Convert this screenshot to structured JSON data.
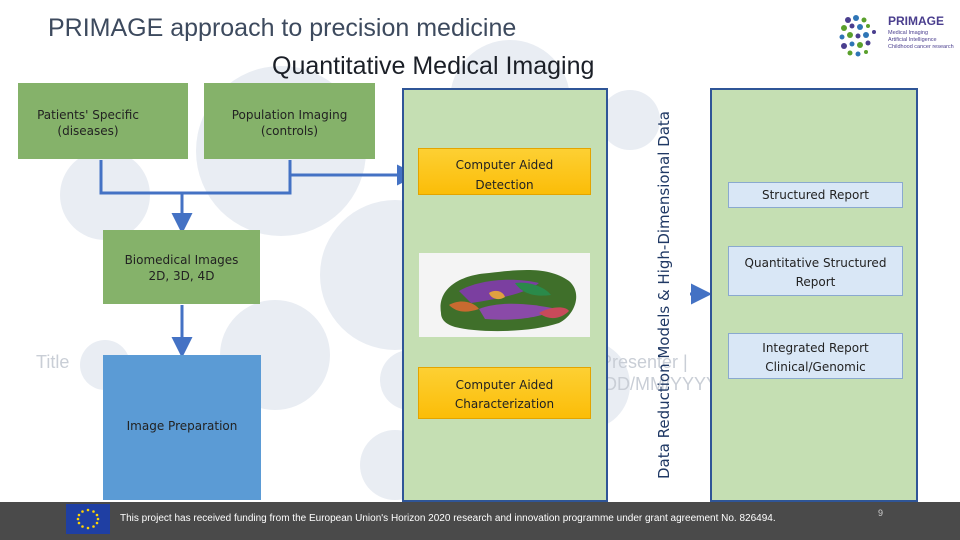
{
  "title_line1": "PRIMAGE approach to precision medicine",
  "title_line2": "Quantitative Medical Imaging",
  "logo": {
    "name": "PRIMAGE",
    "sub": "Medical Imaging\nArtificial Intelligence\nChildhood cancer research"
  },
  "colors": {
    "green": "#85b26a",
    "blue": "#5b9bd5",
    "panel": "#c5dfb3",
    "yellow": "#fbbd08",
    "arrow": "#4472c4"
  },
  "boxes": {
    "patients": "Patients' Specific (diseases)",
    "population": "Population Imaging (controls)",
    "biomedical_line1": "Biomedical Images",
    "biomedical_line2": "2D, 3D, 4D",
    "preparation": "Image Preparation",
    "cad_line1": "Computer Aided",
    "cad_line2": "Detection",
    "cac_line1": "Computer Aided",
    "cac_line2": "Characterization",
    "structured": "Structured Report",
    "quant_line1": "Quantitative Structured",
    "quant_line2": "Report",
    "integrated_line1": "Integrated Report",
    "integrated_line2": "Clinical/Genomic"
  },
  "vertical_label": "Data Reduction Models & High-Dimensional Data",
  "ghost": {
    "title": "Title",
    "presenter": "Presenter |",
    "date": "DD/MM/YYYY"
  },
  "footer_text": "This project has received funding from the European Union's Horizon 2020 research and innovation programme under grant agreement No. 826494.",
  "page_number": "9"
}
